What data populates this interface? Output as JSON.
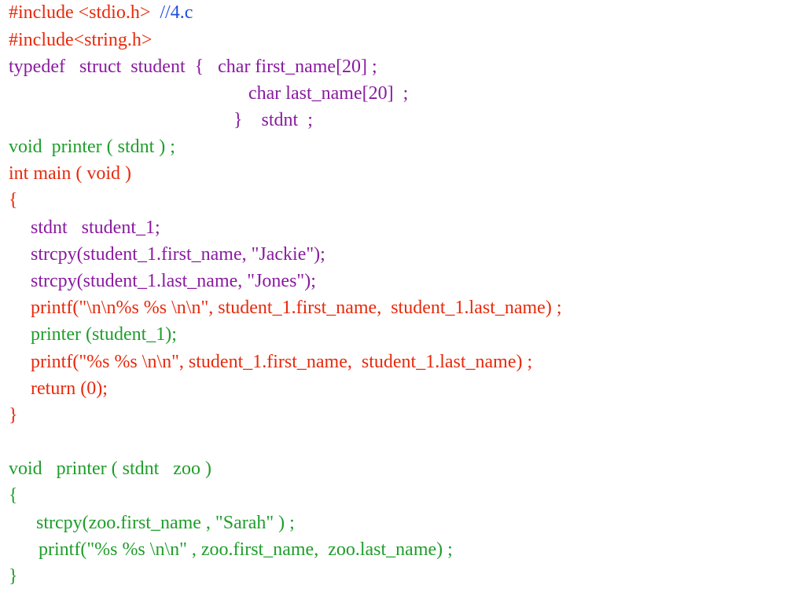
{
  "colors": {
    "red": "#e8290b",
    "blue": "#1f4fe0",
    "purple": "#8a1aa0",
    "green": "#1e9e2a"
  },
  "lines": [
    {
      "segments": [
        {
          "text": "#include <stdio.h>  ",
          "color": "red"
        },
        {
          "text": "//4.c",
          "color": "blue"
        }
      ]
    },
    {
      "segments": [
        {
          "text": "#include<string.h>",
          "color": "red"
        }
      ]
    },
    {
      "segments": [
        {
          "text": "typedef   struct  student  {   char first_name[20] ;",
          "color": "purple"
        }
      ]
    },
    {
      "segments": [
        {
          "text": "char last_name[20]  ;",
          "color": "purple"
        }
      ]
    },
    {
      "segments": [
        {
          "text": "}    stdnt  ;",
          "color": "purple"
        }
      ]
    },
    {
      "segments": [
        {
          "text": "void  printer ( stdnt ) ;",
          "color": "green"
        }
      ]
    },
    {
      "segments": [
        {
          "text": "int main ( void )",
          "color": "red"
        }
      ]
    },
    {
      "segments": [
        {
          "text": "{",
          "color": "red"
        }
      ]
    },
    {
      "segments": [
        {
          "text": "stdnt   student_1;",
          "color": "purple"
        }
      ]
    },
    {
      "segments": [
        {
          "text": "strcpy(student_1.first_name, \"Jackie\");",
          "color": "purple"
        }
      ]
    },
    {
      "segments": [
        {
          "text": "strcpy(student_1.last_name, \"Jones\");",
          "color": "purple"
        }
      ]
    },
    {
      "segments": [
        {
          "text": "printf(\"\\n\\n%s %s \\n\\n\", student_1.first_name,  student_1.last_name) ;",
          "color": "red"
        }
      ]
    },
    {
      "segments": [
        {
          "text": "printer (student_1);",
          "color": "green"
        }
      ]
    },
    {
      "segments": [
        {
          "text": "printf(\"%s %s \\n\\n\", student_1.first_name,  student_1.last_name) ;",
          "color": "red"
        }
      ]
    },
    {
      "segments": [
        {
          "text": "return (0);",
          "color": "red"
        }
      ]
    },
    {
      "segments": [
        {
          "text": "}",
          "color": "red"
        }
      ]
    },
    {
      "segments": [
        {
          "text": "void   printer ( stdnt   zoo )",
          "color": "green"
        }
      ]
    },
    {
      "segments": [
        {
          "text": "{",
          "color": "green"
        }
      ]
    },
    {
      "segments": [
        {
          "text": "strcpy(zoo.first_name , \"Sarah\" ) ;",
          "color": "green"
        }
      ]
    },
    {
      "segments": [
        {
          "text": "printf(\"%s %s \\n\\n\" , zoo.first_name,  zoo.last_name) ;",
          "color": "green"
        }
      ]
    },
    {
      "segments": [
        {
          "text": "}",
          "color": "green"
        }
      ]
    }
  ]
}
